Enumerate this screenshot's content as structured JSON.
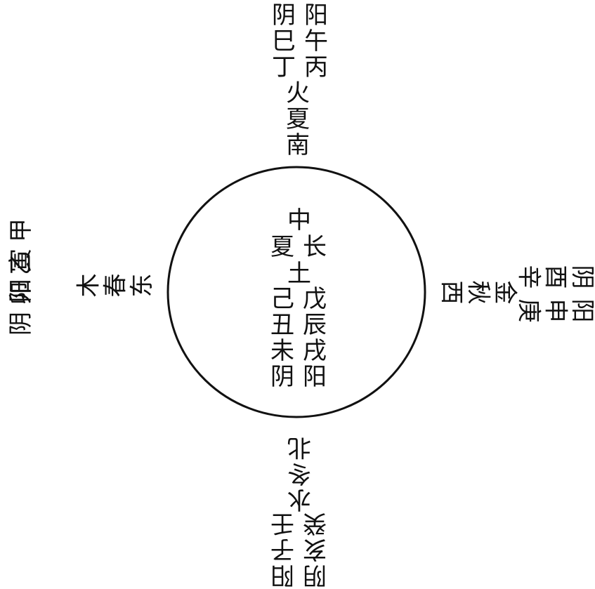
{
  "top": {
    "outer_left": [
      "阴",
      "巳",
      "丁"
    ],
    "outer_right": [
      "阳",
      "午",
      "丙"
    ],
    "inner": [
      "火",
      "夏",
      "南"
    ]
  },
  "center": {
    "top": [
      "中"
    ],
    "row2": [
      "夏",
      "长"
    ],
    "middle": [
      "土"
    ],
    "left_col": [
      "己",
      "丑",
      "未",
      "阴"
    ],
    "right_col": [
      "戊",
      "辰",
      "戌",
      "阳"
    ]
  },
  "left": {
    "outer_top": [
      "阳",
      "寅",
      "甲"
    ],
    "outer_bottom": [
      "阴",
      "卯",
      "乙"
    ],
    "inner": [
      "木",
      "春",
      "东"
    ]
  },
  "right": {
    "outer_top": [
      "阳",
      "申",
      "庚"
    ],
    "outer_bottom": [
      "阴",
      "酉",
      "辛"
    ],
    "inner": [
      "金",
      "秋",
      "西"
    ]
  },
  "bottom": {
    "outer_left": [
      "阳",
      "子",
      "壬"
    ],
    "outer_right": [
      "阴",
      "亥",
      "癸"
    ],
    "inner": [
      "水",
      "冬",
      "北"
    ]
  }
}
